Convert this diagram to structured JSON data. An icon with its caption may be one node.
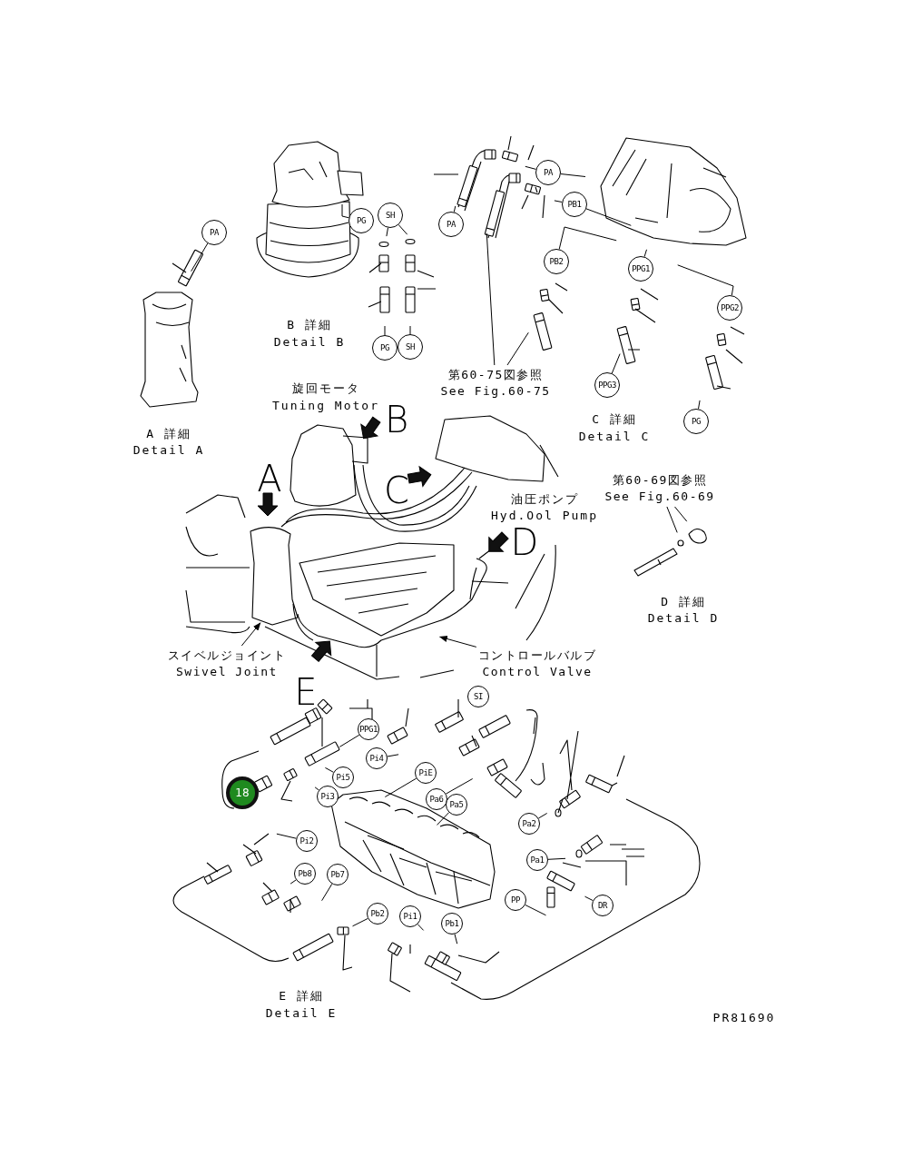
{
  "diagram": {
    "nodes": [
      {
        "text": [
          "PA"
        ]
      },
      {
        "text": [
          "PG"
        ]
      },
      {
        "text": [
          "SH"
        ]
      },
      {
        "text": [
          "PG"
        ]
      },
      {
        "text": [
          "SH"
        ]
      },
      {
        "text": [
          "PA"
        ]
      },
      {
        "text": [
          "PA"
        ]
      },
      {
        "text": [
          "PB1"
        ]
      },
      {
        "text": [
          "PB2"
        ]
      },
      {
        "text": [
          "PPG1"
        ]
      },
      {
        "text": [
          "PPG2"
        ]
      },
      {
        "text": [
          "PPG3"
        ]
      },
      {
        "text": [
          "PG"
        ]
      },
      {
        "text": [
          "第60-75図参照",
          "See Fig.60-75"
        ]
      },
      {
        "text": [
          "第60-69図参照",
          "See Fig.60-69"
        ]
      },
      {
        "text": [
          "スイベルジョイント",
          "Swivel Joint"
        ]
      },
      {
        "text": [
          "コントロールバルブ",
          "Control Valve"
        ]
      },
      {
        "text": [
          "SI"
        ]
      },
      {
        "text": [
          "PPG1"
        ]
      },
      {
        "text": [
          "Pi4"
        ]
      },
      {
        "text": [
          "Pi5"
        ]
      },
      {
        "text": [
          "PiE"
        ]
      },
      {
        "text": [
          "Pi3"
        ]
      },
      {
        "text": [
          "Pa6"
        ]
      },
      {
        "text": [
          "Pa5"
        ]
      },
      {
        "text": [
          "Pa2"
        ]
      },
      {
        "text": [
          "Pa1"
        ]
      },
      {
        "text": [
          "PP"
        ]
      },
      {
        "text": [
          "DR"
        ]
      },
      {
        "text": [
          "Pi2"
        ]
      },
      {
        "text": [
          "Pb8"
        ]
      },
      {
        "text": [
          "Pb7"
        ]
      },
      {
        "text": [
          "Pb2"
        ]
      },
      {
        "text": [
          "Pi1"
        ]
      },
      {
        "text": [
          "Pb1"
        ]
      },
      {
        "text": [
          "18"
        ]
      }
    ],
    "edges": [
      {
        "from": 0,
        "to": null,
        "arrow": "none"
      },
      {
        "from": 1,
        "to": null,
        "arrow": "none"
      },
      {
        "from": 2,
        "to": null,
        "arrow": "none"
      },
      {
        "from": 2,
        "to": null,
        "arrow": "none"
      },
      {
        "from": 3,
        "to": null,
        "arrow": "none"
      },
      {
        "from": 4,
        "to": null,
        "arrow": "none"
      },
      {
        "from": 5,
        "to": null,
        "arrow": "none"
      },
      {
        "from": 6,
        "to": null,
        "arrow": "none"
      },
      {
        "from": 6,
        "to": null,
        "arrow": "none"
      },
      {
        "from": 7,
        "to": null,
        "arrow": "none"
      },
      {
        "from": 7,
        "to": null,
        "arrow": "none"
      },
      {
        "from": 8,
        "to": null,
        "arrow": "none"
      },
      {
        "from": 9,
        "to": null,
        "arrow": "none"
      },
      {
        "from": 10,
        "to": null,
        "arrow": "none"
      },
      {
        "from": 11,
        "to": null,
        "arrow": "none"
      },
      {
        "from": 12,
        "to": null,
        "arrow": "none"
      },
      {
        "from": 13,
        "to": null,
        "arrow": "none"
      },
      {
        "from": 13,
        "to": null,
        "arrow": "none"
      },
      {
        "from": 14,
        "to": null,
        "arrow": "none"
      },
      {
        "from": 14,
        "to": null,
        "arrow": "none"
      },
      {
        "from": 15,
        "to": null,
        "arrow": "to"
      },
      {
        "from": 16,
        "to": null,
        "arrow": "to"
      },
      {
        "from": 18,
        "to": null,
        "arrow": "none"
      },
      {
        "from": 19,
        "to": null,
        "arrow": "none"
      },
      {
        "from": 20,
        "to": null,
        "arrow": "none"
      },
      {
        "from": 21,
        "to": null,
        "arrow": "none"
      },
      {
        "from": 22,
        "to": null,
        "arrow": "none"
      },
      {
        "from": 23,
        "to": null,
        "arrow": "none"
      },
      {
        "from": 24,
        "to": null,
        "arrow": "none"
      },
      {
        "from": 25,
        "to": null,
        "arrow": "none"
      },
      {
        "from": 26,
        "to": null,
        "arrow": "none"
      },
      {
        "from": 27,
        "to": null,
        "arrow": "none"
      },
      {
        "from": 28,
        "to": null,
        "arrow": "none"
      },
      {
        "from": 29,
        "to": null,
        "arrow": "none"
      },
      {
        "from": 30,
        "to": null,
        "arrow": "none"
      },
      {
        "from": 31,
        "to": null,
        "arrow": "none"
      },
      {
        "from": 32,
        "to": null,
        "arrow": "none"
      },
      {
        "from": 33,
        "to": null,
        "arrow": "none"
      },
      {
        "from": 34,
        "to": null,
        "arrow": "none"
      }
    ],
    "labels": [
      "B 詳細",
      "Detail B",
      "A 詳細",
      "Detail A",
      "C 詳細",
      "Detail C",
      "旋回モータ",
      "Tuning Motor",
      "B",
      "A",
      "C",
      "油圧ポンプ",
      "Hyd.Ool Pump",
      "D",
      "D 詳細",
      "Detail D",
      "E",
      "E 詳細",
      "Detail E",
      "PR81690"
    ]
  }
}
